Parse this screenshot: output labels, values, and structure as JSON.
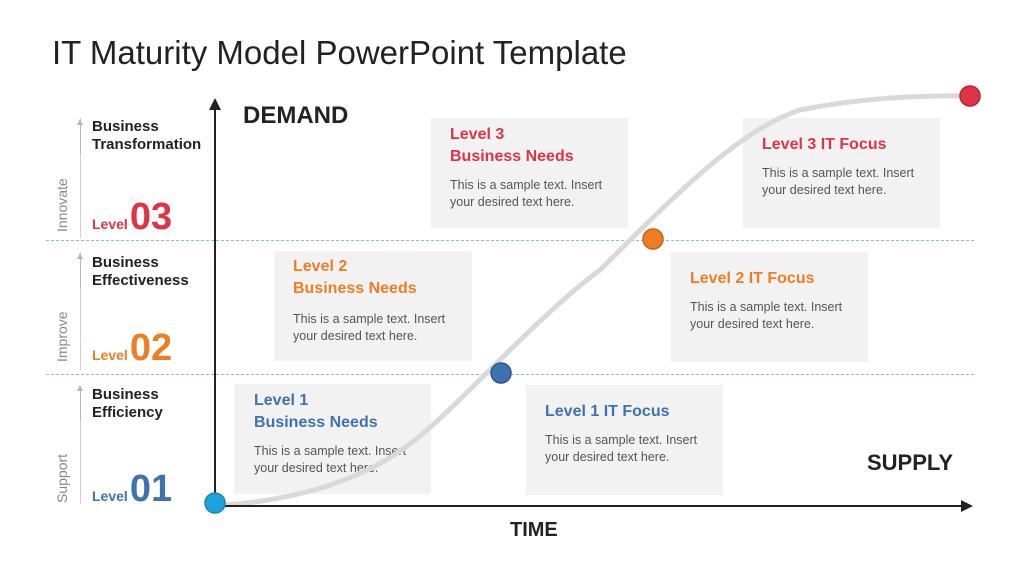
{
  "title": "IT Maturity Model PowerPoint Template",
  "axes": {
    "y_label": "DEMAND",
    "x_label": "TIME",
    "x_end_label": "SUPPLY"
  },
  "colors": {
    "level1": "#3d73b0",
    "level2": "#ef7d22",
    "level3": "#e03347",
    "start_dot": "#1fa3dc",
    "curve": "#d9d9d9",
    "divider": "#7fc0d6"
  },
  "stages": [
    {
      "side": "Innovate",
      "title": "Business\nTransformation",
      "level_word": "Level",
      "level_num": "03"
    },
    {
      "side": "Improve",
      "title": "Business\nEffectiveness",
      "level_word": "Level",
      "level_num": "02"
    },
    {
      "side": "Support",
      "title": "Business\nEfficiency",
      "level_word": "Level",
      "level_num": "01"
    }
  ],
  "cards": {
    "needs1": {
      "title": "Level 1\nBusiness Needs",
      "body": "This is a sample text. Insert\nyour desired text here."
    },
    "needs2": {
      "title": "Level 2\nBusiness Needs",
      "body": "This is a sample text. Insert\nyour desired text here."
    },
    "needs3": {
      "title": "Level 3\nBusiness Needs",
      "body": "This is a sample text. Insert\nyour desired text here."
    },
    "focus1": {
      "title": "Level 1 IT Focus",
      "body": "This is a sample text. Insert\nyour desired text here."
    },
    "focus2": {
      "title": "Level 2 IT Focus",
      "body": "This is a sample text. Insert\nyour desired text here."
    },
    "focus3": {
      "title": "Level 3 IT Focus",
      "body": "This is a sample text. Insert\nyour desired text here."
    }
  }
}
